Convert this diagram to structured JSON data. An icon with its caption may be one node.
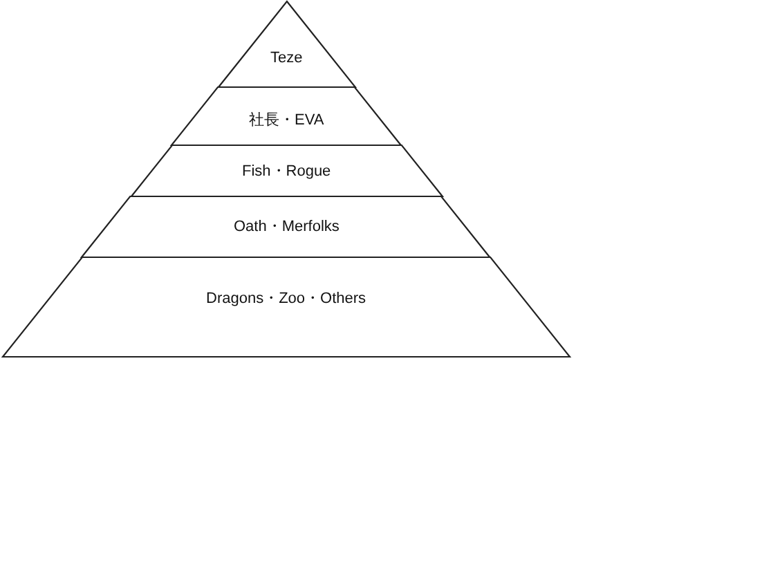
{
  "diagram": {
    "nodes": [
      {
        "text": [
          "Teze"
        ]
      },
      {
        "text": [
          "社長・EVA"
        ]
      },
      {
        "text": [
          "Fish・Rogue"
        ]
      },
      {
        "text": [
          "Oath・Merfolks"
        ]
      },
      {
        "text": [
          "Dragons・Zoo・Others"
        ]
      }
    ]
  }
}
